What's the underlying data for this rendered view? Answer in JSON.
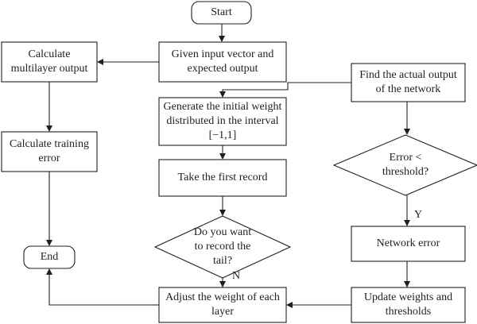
{
  "nodes": {
    "start": "Start",
    "given_input": "Given input vector and\nexpected output",
    "calc_multilayer": "Calculate\nmultilayer output",
    "find_actual": "Find the actual output\nof the network",
    "generate_weight": "Generate the initial weight\ndistributed in the interval\n[−1,1]",
    "calc_training": "Calculate training\nerror",
    "error_threshold": "Error <\nthreshold?",
    "take_first": "Take the first record",
    "record_tail": "Do you want\nto record the\ntail?",
    "network_error": "Network error",
    "end": "End",
    "update_weights": "Update weights and\nthresholds",
    "adjust_weight": "Adjust the weight of each\nlayer"
  },
  "edge_labels": {
    "yes": "Y",
    "no": "N"
  },
  "colors": {
    "stroke": "#1f1f1f",
    "text": "#222222"
  }
}
